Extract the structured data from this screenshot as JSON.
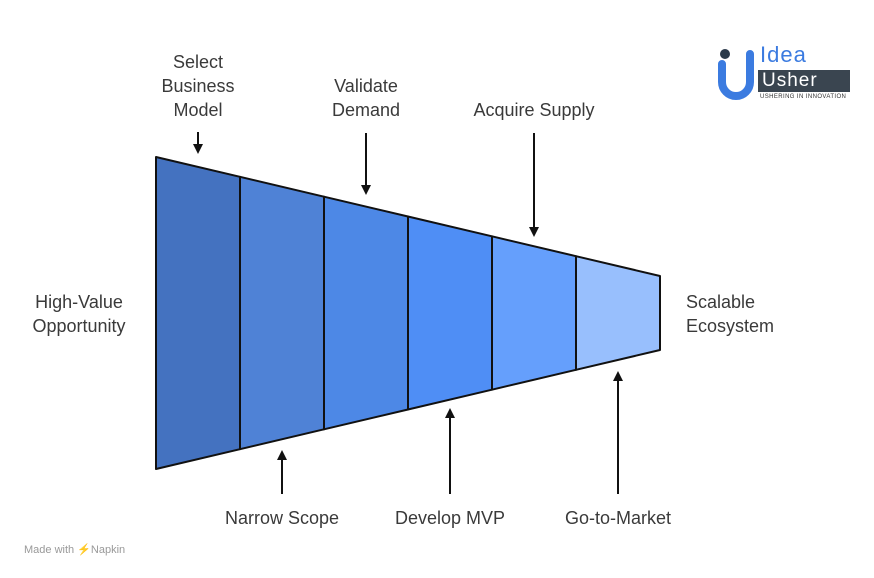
{
  "left_label": "High-Value\nOpportunity",
  "right_label": "Scalable\nEcosystem",
  "segment_colors": [
    "#4472c0",
    "#4f82d6",
    "#4d88e6",
    "#4f8ef5",
    "#659ffc",
    "#98bffd"
  ],
  "top_labels": [
    "Select\nBusiness\nModel",
    "Validate\nDemand",
    "Acquire Supply"
  ],
  "bottom_labels": [
    "Narrow Scope",
    "Develop MVP",
    "Go-to-Market"
  ],
  "logo": {
    "line1": "Idea",
    "line2": "Usher",
    "tagline": "USHERING IN INNOVATION"
  },
  "footer": {
    "text": "Made with",
    "brand": "Napkin"
  }
}
